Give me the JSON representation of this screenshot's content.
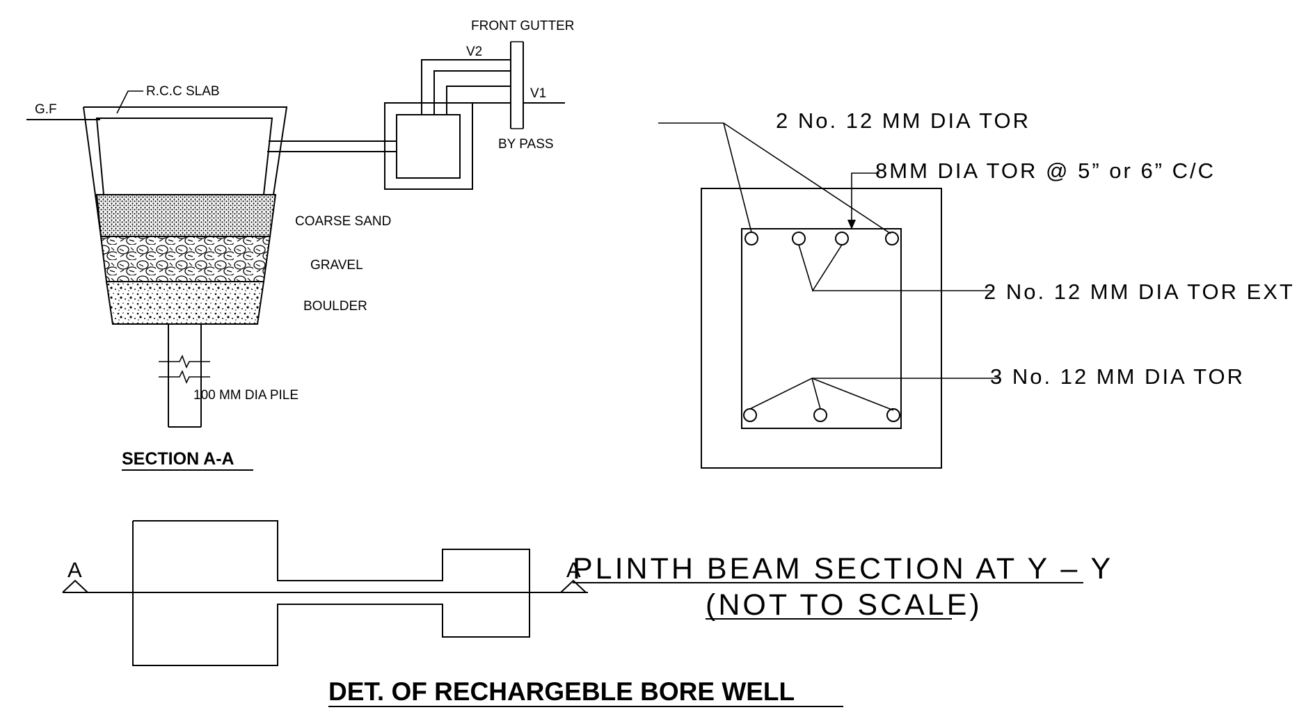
{
  "section_a": {
    "gf": "G.F",
    "rcc_slab": "R.C.C SLAB",
    "front_gutter": "FRONT GUTTER",
    "v2": "V2",
    "v1": "V1",
    "by_pass": "BY PASS",
    "coarse_sand": "COARSE SAND",
    "gravel": "GRAVEL",
    "boulder": "BOULDER",
    "pile": "100 MM DIA PILE",
    "title": "SECTION A-A"
  },
  "beam_section": {
    "top_bars": "2 No. 12 MM DIA TOR",
    "stirrups": "8MM DIA TOR @ 5” or 6” C/C",
    "extra_bars": "2 No. 12 MM DIA TOR EXT",
    "bottom_bars": "3 No. 12 MM DIA TOR",
    "title": "PLINTH BEAM SECTION AT Y – Y",
    "subtitle": "(NOT TO SCALE)"
  },
  "plan": {
    "marker_left": "A",
    "marker_right": "A"
  },
  "main_title": "DET. OF RECHARGEBLE  BORE WELL"
}
